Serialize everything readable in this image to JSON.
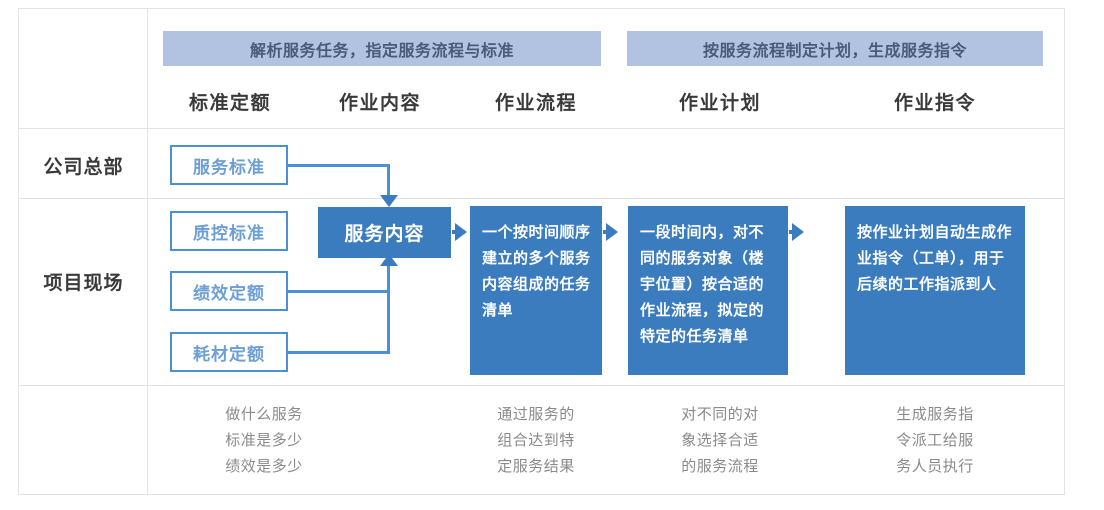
{
  "diagram": {
    "banners": [
      {
        "text": "解析服务任务，指定服务流程与标准"
      },
      {
        "text": "按服务流程制定计划，生成服务指令"
      }
    ],
    "column_headers": [
      {
        "label": "标准定额"
      },
      {
        "label": "作业内容"
      },
      {
        "label": "作业流程"
      },
      {
        "label": "作业计划"
      },
      {
        "label": "作业指令"
      }
    ],
    "row_labels": [
      {
        "label": "公司总部"
      },
      {
        "label": "项目现场"
      }
    ],
    "outline_boxes": [
      {
        "label": "服务标准"
      },
      {
        "label": "质控标准"
      },
      {
        "label": "绩效定额"
      },
      {
        "label": "耗材定额"
      }
    ],
    "solid_boxes": [
      {
        "label": "服务内容"
      },
      {
        "label": "一个按时间顺序建立的多个服务内容组成的任务清单"
      },
      {
        "label": "一段时间内，对不同的服务对象（楼宇位置）按合适的作业流程，拟定的特定的任务清单"
      },
      {
        "label": "按作业计划自动生成作业指令（工单），用于后续的工作指派到人"
      }
    ],
    "captions": [
      {
        "text": "做什么服务\n标准是多少\n绩效是多少"
      },
      {
        "text": "通过服务的\n组合达到特\n定服务结果"
      },
      {
        "text": "对不同的对\n象选择合适\n的服务流程"
      },
      {
        "text": "生成服务指\n令派工给服\n务人员执行"
      }
    ],
    "colors": {
      "banner_bg": "#b2c3e2",
      "solid_box": "#3a7cbd",
      "outline_stroke": "#4a90d9",
      "outline_text": "#6d9fd4",
      "row_band": "#f3f3f3",
      "caption_text": "#8a8a8a"
    }
  }
}
